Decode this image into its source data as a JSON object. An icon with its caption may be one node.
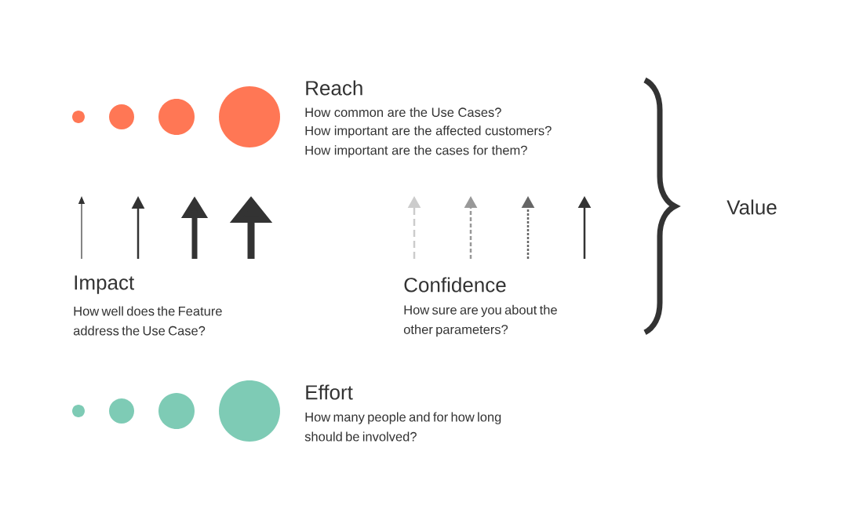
{
  "diagram": {
    "labels": [
      "Reach",
      "How common are the Use Cases?",
      "How important are the affected customers?",
      "How important are the cases for them?",
      "Value",
      "Impact",
      "How well does the Feature address the Use Case?",
      "Confidence",
      "How sure are you about the other parameters?",
      "Effort",
      "How many people and for how long should be involved?"
    ]
  }
}
